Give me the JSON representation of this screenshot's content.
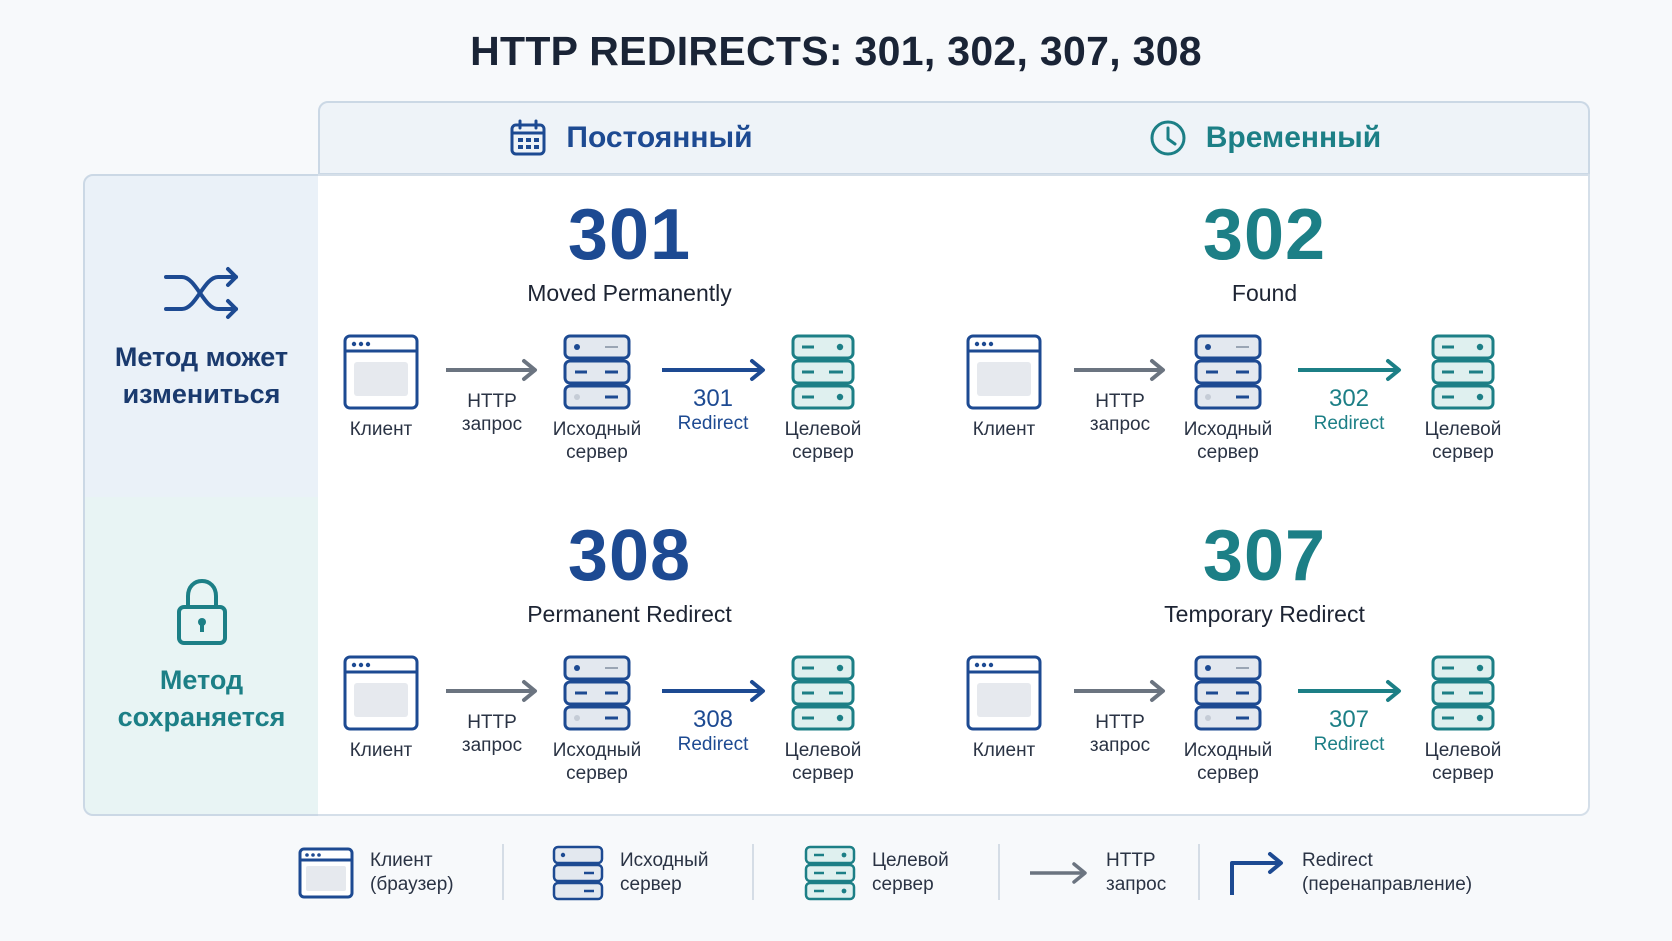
{
  "title": "HTTP REDIRECTS: 301, 302, 307, 308",
  "columns": {
    "permanent": {
      "label": "Постоянный",
      "icon": "calendar-icon"
    },
    "temporary": {
      "label": "Временный",
      "icon": "clock-icon"
    }
  },
  "rows": {
    "method_change": {
      "label_line1": "Метод может",
      "label_line2": "измениться",
      "icon": "shuffle-icon"
    },
    "method_keep": {
      "label_line1": "Метод",
      "label_line2": "сохраняется",
      "icon": "lock-icon"
    }
  },
  "cells": {
    "c301": {
      "code": "301",
      "phrase": "Moved Permanently",
      "redirect_code": "301",
      "redirect_word": "Redirect"
    },
    "c302": {
      "code": "302",
      "phrase": "Found",
      "redirect_code": "302",
      "redirect_word": "Redirect"
    },
    "c308": {
      "code": "308",
      "phrase": "Permanent Redirect",
      "redirect_code": "308",
      "redirect_word": "Redirect"
    },
    "c307": {
      "code": "307",
      "phrase": "Temporary Redirect",
      "redirect_code": "307",
      "redirect_word": "Redirect"
    }
  },
  "flow": {
    "client": "Клиент",
    "request_line1": "HTTP",
    "request_line2": "запрос",
    "origin_line1": "Исходный",
    "origin_line2": "сервер",
    "target_line1": "Целевой",
    "target_line2": "сервер"
  },
  "legend": {
    "client_line1": "Клиент",
    "client_line2": "(браузер)",
    "origin_line1": "Исходный",
    "origin_line2": "сервер",
    "target_line1": "Целевой",
    "target_line2": "сервер",
    "request_line1": "HTTP",
    "request_line2": "запрос",
    "redirect_line1": "Redirect",
    "redirect_line2": "(перенаправление)"
  },
  "colors": {
    "permanent_blue": "#1d4a92",
    "temporary_teal": "#1c7f86",
    "gray_arrow": "#6b7480"
  }
}
